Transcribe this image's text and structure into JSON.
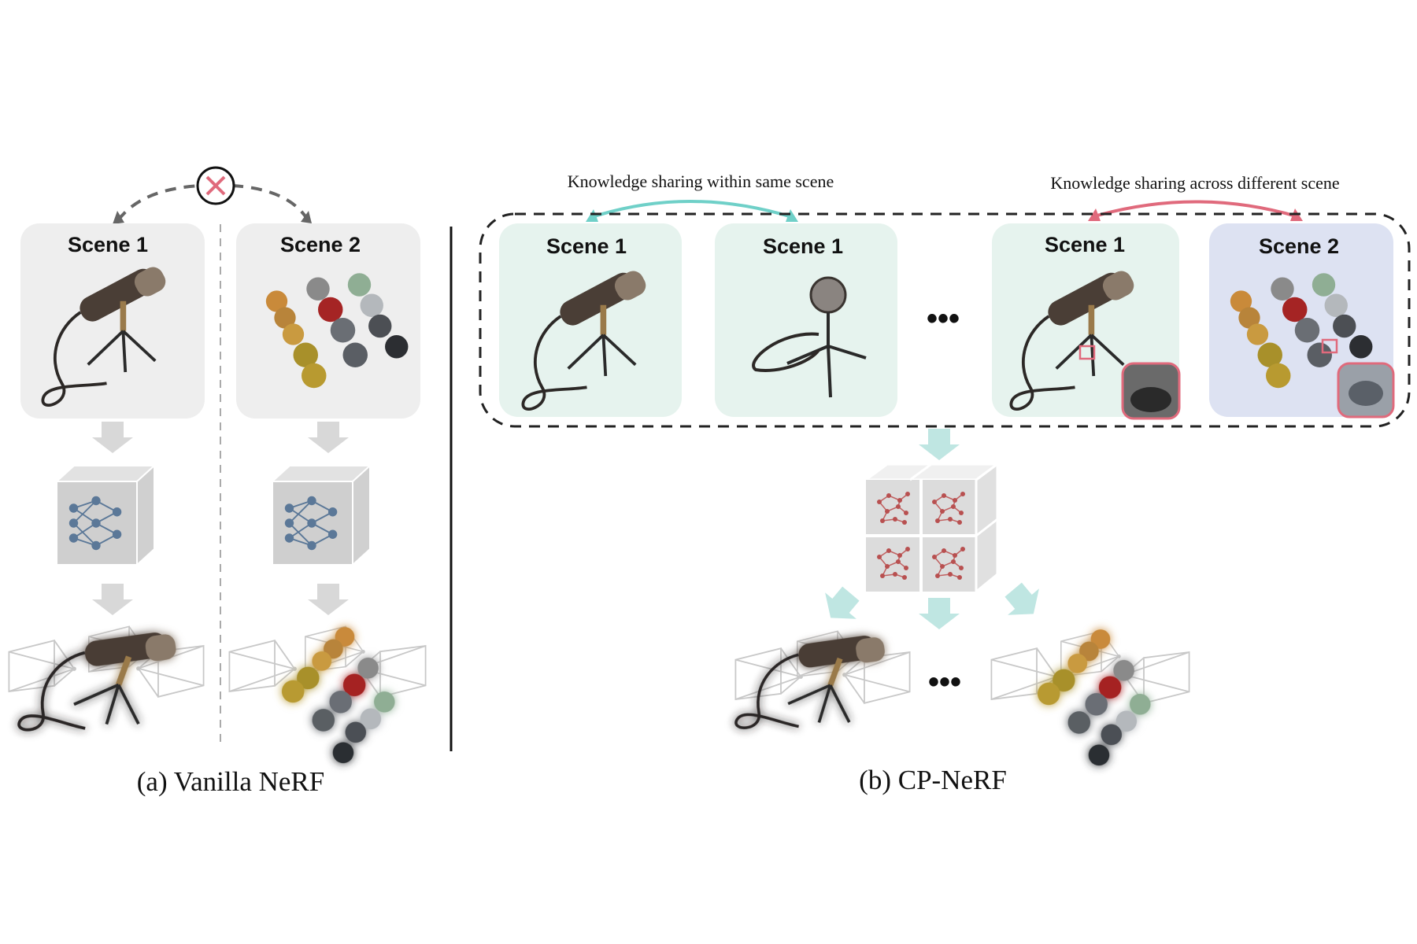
{
  "panel_a": {
    "caption": "(a) Vanilla NeRF",
    "scene1_label": "Scene 1",
    "scene2_label": "Scene 2"
  },
  "panel_b": {
    "caption": "(b) CP-NeRF",
    "note_within": "Knowledge sharing within same scene",
    "note_across": "Knowledge sharing across different scene",
    "scene_labels": [
      "Scene 1",
      "Scene 1",
      "Scene 1",
      "Scene 2"
    ],
    "ellipsis": "•••"
  },
  "colors": {
    "scene_gray_bg": "#eeeeee",
    "scene_green_bg": "#e6f3ee",
    "scene_blue_bg": "#dde2f2",
    "within_arrow": "#6fd0c8",
    "across_arrow": "#e06a7c",
    "cross_mark": "#e06a7c",
    "flow_arrow_gray": "#d8d8d8",
    "flow_arrow_teal": "#bfe6e2",
    "network_node": "#5b7898",
    "shared_grid_node": "#b85050"
  },
  "icons": [
    "cross-mark-icon",
    "microphone-icon",
    "spheres-icon",
    "neural-network-icon",
    "camera-frustum-icon",
    "zoom-inset-icon"
  ]
}
